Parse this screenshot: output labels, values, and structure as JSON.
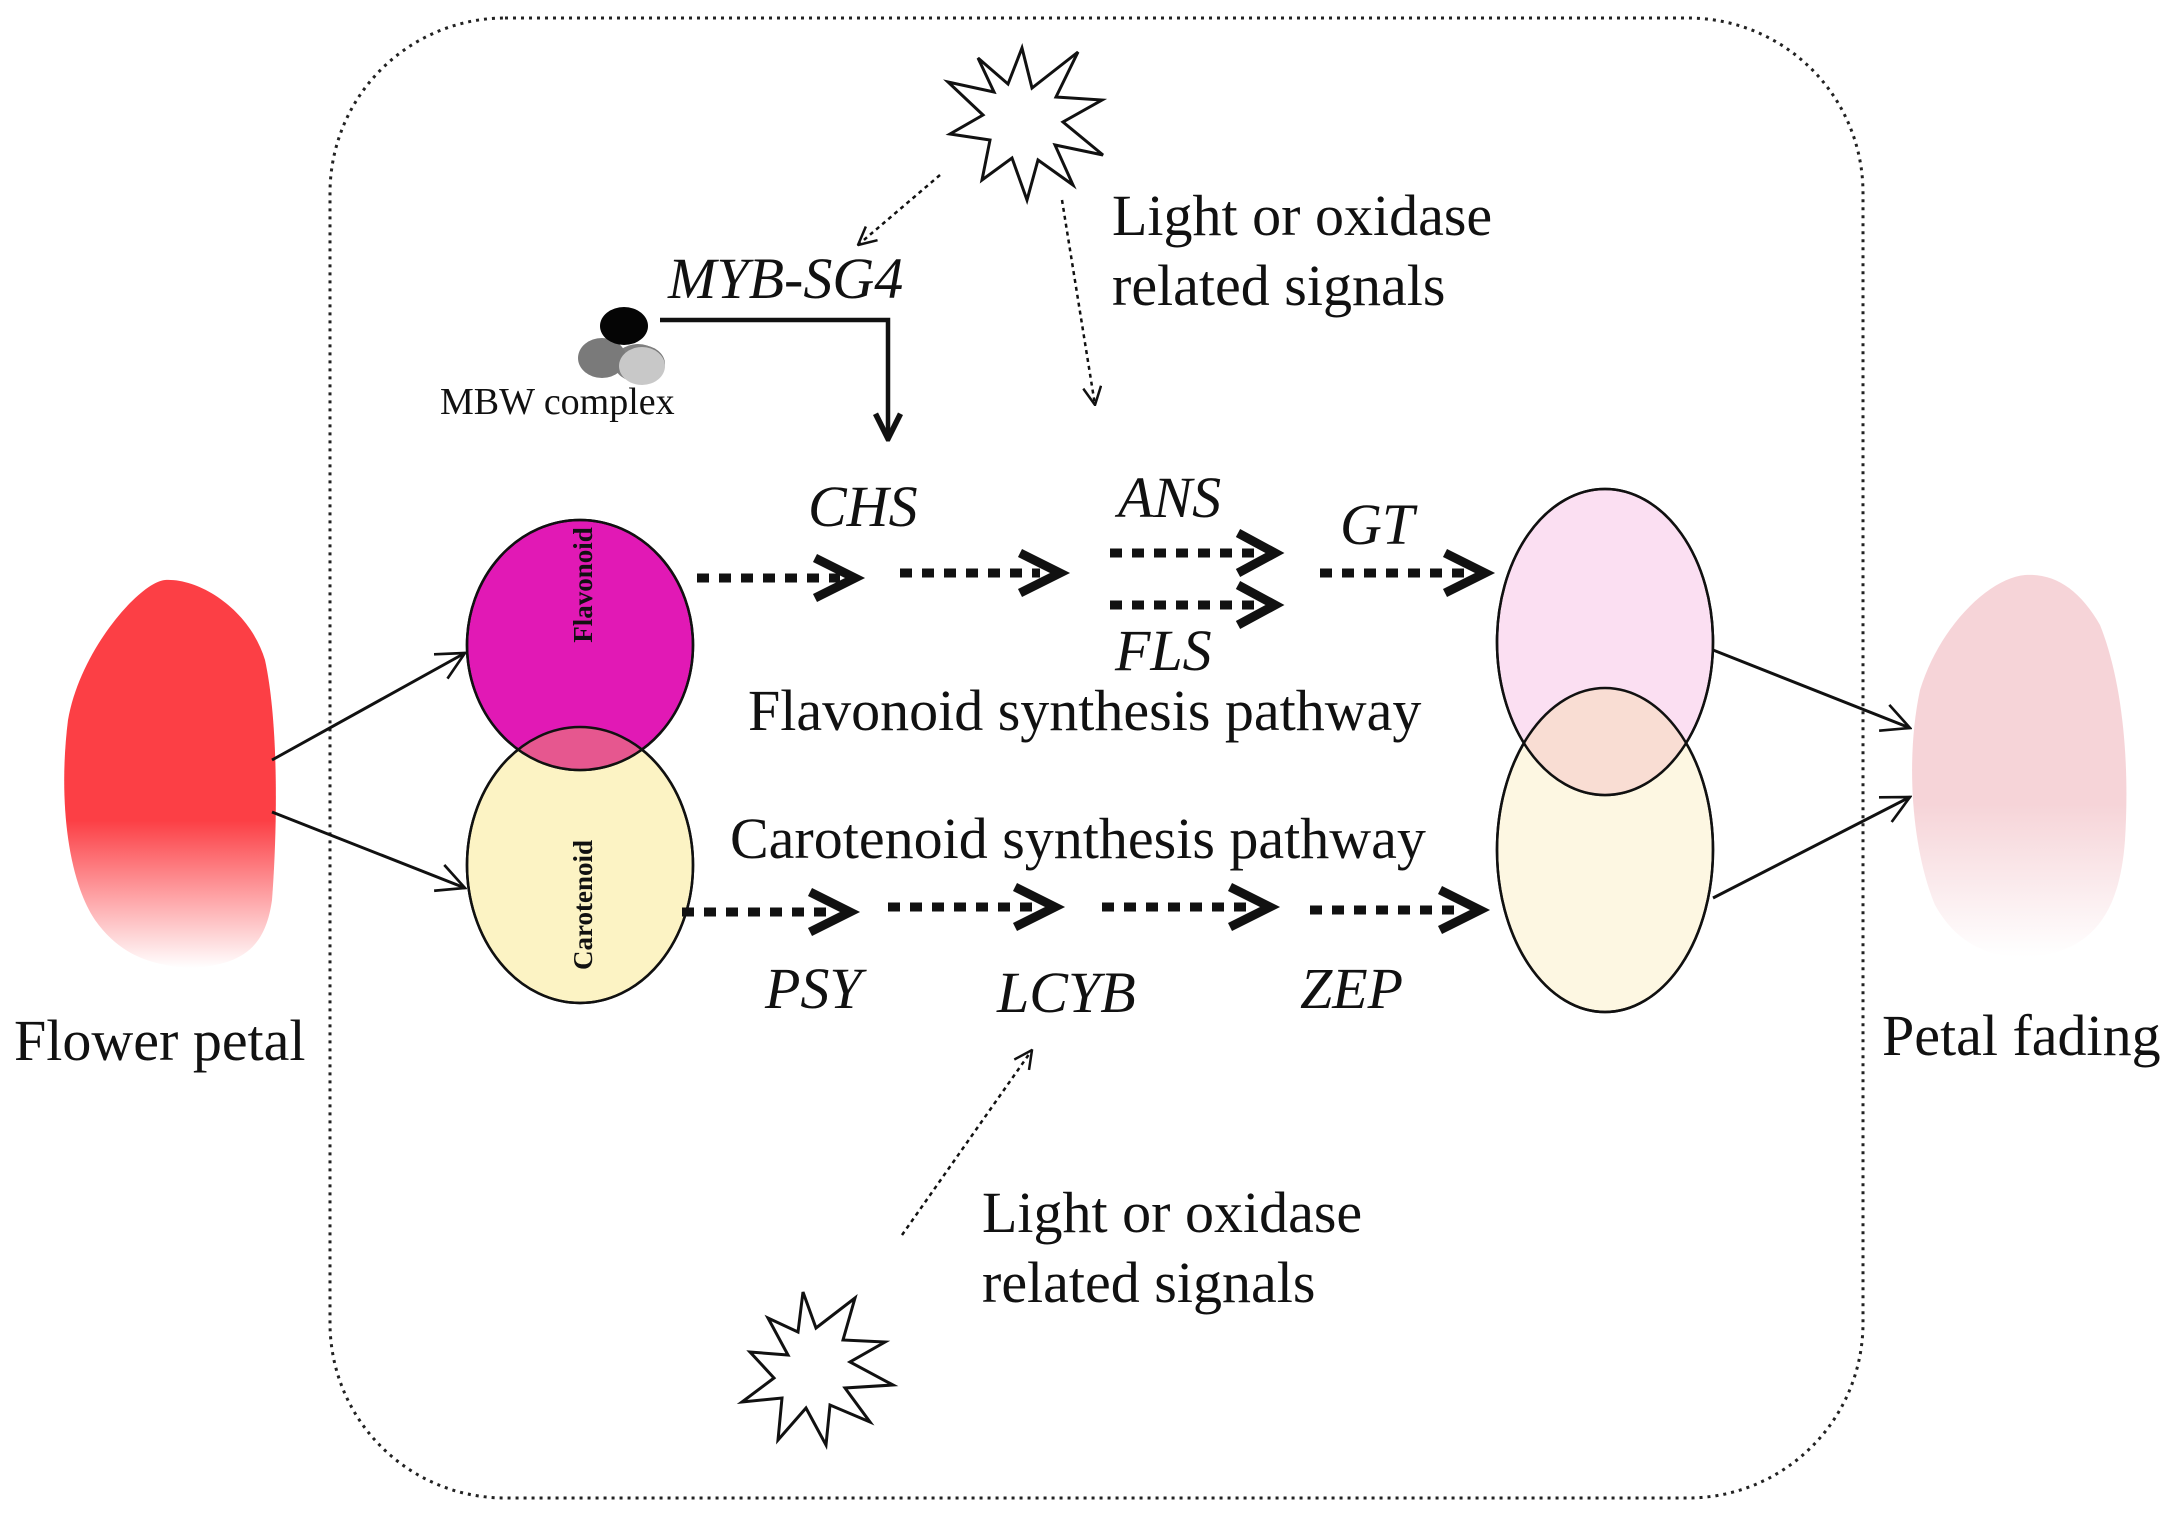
{
  "labels": {
    "flower_petal": "Flower petal",
    "petal_fading": "Petal fading",
    "mbw_complex": "MBW complex",
    "myb_gene": "MYB-SG4",
    "signal_top_line1": "Light or oxidase",
    "signal_top_line2": "related signals",
    "signal_bottom_line1": "Light or oxidase",
    "signal_bottom_line2": "related signals",
    "flavonoid": "Flavonoid",
    "carotenoid": "Carotenoid",
    "flavonoid_pathway": "Flavonoid synthesis pathway",
    "carotenoid_pathway": "Carotenoid synthesis pathway"
  },
  "genes": {
    "chs": "CHS",
    "ans": "ANS",
    "fls": "FLS",
    "gt": "GT",
    "psy": "PSY",
    "lcyb": "LCYB",
    "zep": "ZEP"
  },
  "colors": {
    "petal_red": "#fc3f45",
    "petal_faded": "#f6d4d8",
    "flavonoid_magenta": "#e119b5",
    "overlap_pink": "#e6578f",
    "carotenoid_yellow": "#fcf3c4",
    "faded_flavonoid": "#fbdff2",
    "faded_carotenoid": "#fdf7e2",
    "faded_overlap": "#f9ddd3"
  }
}
